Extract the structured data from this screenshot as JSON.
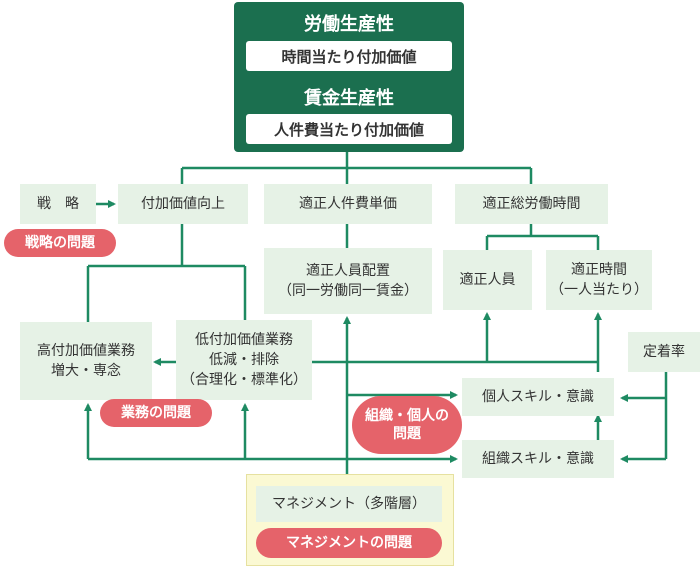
{
  "top": {
    "labor_productivity": "労働生産性",
    "labor_productivity_def": "時間当たり付加価値",
    "wage_productivity": "賃金生産性",
    "wage_productivity_def": "人件費当たり付加価値"
  },
  "nodes": {
    "strategy": "戦　略",
    "value_add_up": "付加価値向上",
    "unit_labor_cost": "適正人件費単価",
    "total_work_hours": "適正総労働時間",
    "staffing_line1": "適正人員配置",
    "staffing_line2": "（同一労働同一賃金）",
    "headcount": "適正人員",
    "hours_line1": "適正時間",
    "hours_line2": "（一人当たり）",
    "high_value_line1": "高付加価値業務",
    "high_value_line2": "増大・専念",
    "low_value_line1": "低付加価値業務",
    "low_value_line2": "低減・排除",
    "low_value_line3": "（合理化・標準化）",
    "retention": "定着率",
    "individual_skill": "個人スキル・意識",
    "org_skill": "組織スキル・意識",
    "management": "マネジメント（多階層）"
  },
  "issues": {
    "strategy": "戦略の問題",
    "business": "業務の問題",
    "org_individual_line1": "組織・個人の",
    "org_individual_line2": "問題",
    "management": "マネジメントの問題"
  },
  "colors": {
    "top_box": "#1b6f4f",
    "node_bg": "#e6f2e6",
    "connector": "#1e8a62",
    "issue_pill": "#e5636a",
    "management_panel": "#fbf9d3"
  }
}
